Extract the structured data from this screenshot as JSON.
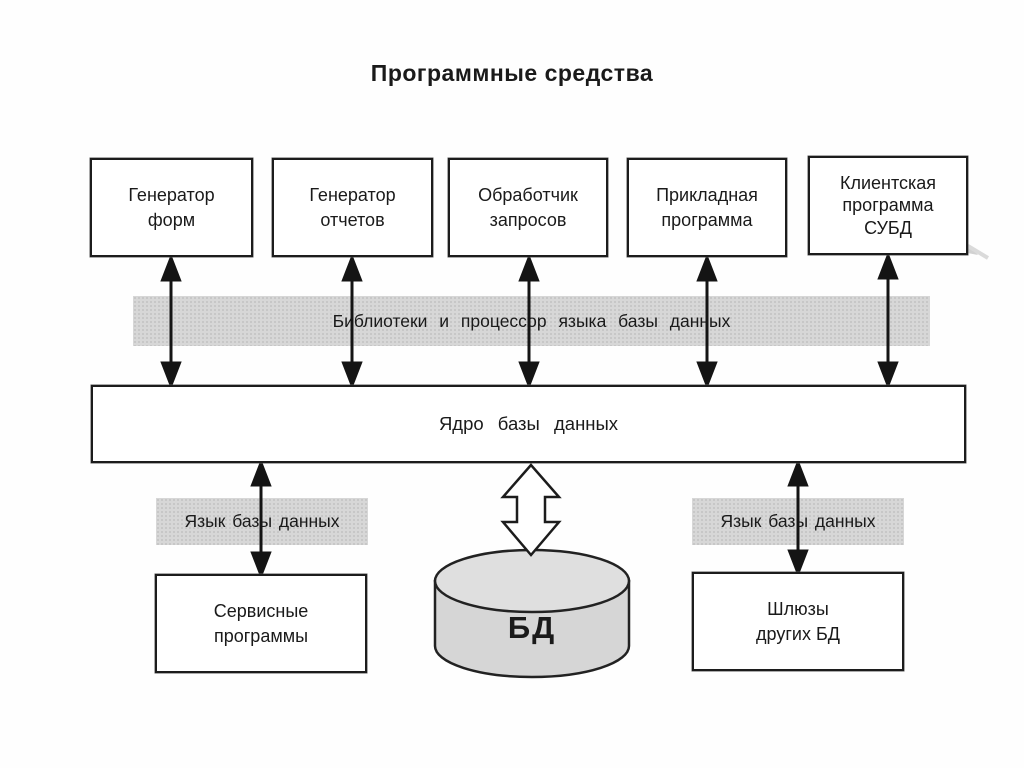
{
  "title": "Программные средства",
  "top_boxes": [
    {
      "id": "form-generator",
      "label": "Генератор\nформ"
    },
    {
      "id": "report-generator",
      "label": "Генератор\nотчетов"
    },
    {
      "id": "query-processor",
      "label": "Обработчик\nзапросов"
    },
    {
      "id": "application",
      "label": "Прикладная\nпрограмма"
    },
    {
      "id": "dbms-client",
      "label": "Клиентская\nпрограмма\nСУБД"
    }
  ],
  "library_band": {
    "label": "Библиотеки и процессор языка базы данных"
  },
  "kernel_box": {
    "label": "Ядро базы данных"
  },
  "language_bands": {
    "left": "Язык базы данных",
    "right": "Язык базы данных"
  },
  "bottom_boxes": {
    "left": "Сервисные\nпрограммы",
    "right": "Шлюзы\nдругих БД"
  },
  "database_cylinder": {
    "label": "БД"
  },
  "colors": {
    "line": "#1c1c1c",
    "band_gray": "#d7d7d7",
    "cylinder_fill": "#d6d6d6",
    "cylinder_top_fill": "#dfdfdf",
    "artifact_gray": "#c6c6c6",
    "background": "#fefefe"
  }
}
